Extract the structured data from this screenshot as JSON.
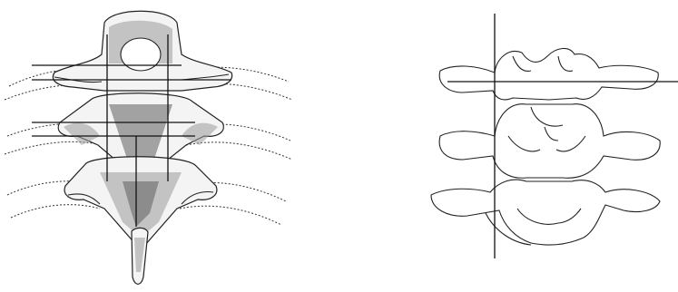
{
  "figures": [
    {
      "id": "thoracic-vertebrae-posterior-view",
      "style": "shaded-drawing"
    },
    {
      "id": "lumbar-vertebrae-posterior-view",
      "style": "line-drawing"
    }
  ],
  "colors": {
    "ink": "#222222",
    "shade": "#9a9a9a",
    "background": "#ffffff"
  }
}
